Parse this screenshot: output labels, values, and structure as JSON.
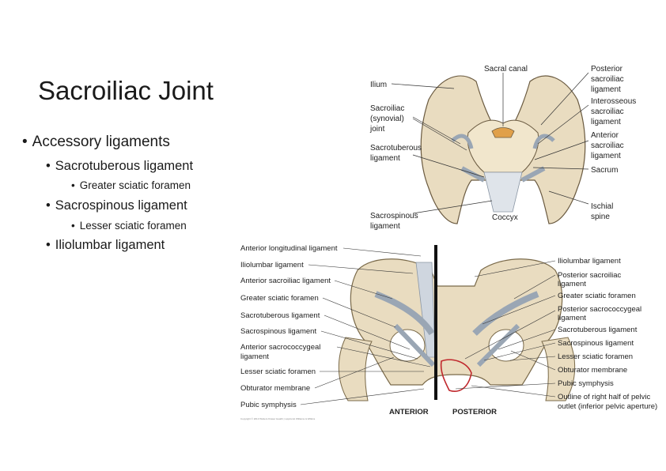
{
  "title": "Sacroiliac Joint",
  "bullets": [
    {
      "level": 1,
      "text": "Accessory ligaments"
    },
    {
      "level": 2,
      "text": "Sacrotuberous ligament"
    },
    {
      "level": 3,
      "text": "Greater sciatic foramen"
    },
    {
      "level": 2,
      "text": "Sacrospinous ligament"
    },
    {
      "level": 3,
      "text": "Lesser sciatic foramen"
    },
    {
      "level": 2,
      "text": "Iliolumbar ligament"
    }
  ],
  "top_figure": {
    "labels_left": [
      "Ilium",
      "Sacroiliac",
      "(synovial)",
      "joint",
      "Sacrotuberous",
      "ligament",
      "Sacrospinous",
      "ligament"
    ],
    "labels_top": [
      "Sacral canal"
    ],
    "labels_bottom": [
      "Coccyx"
    ],
    "labels_right": [
      "Posterior",
      "sacroiliac",
      "ligament",
      "Interosseous",
      "sacroiliac",
      "ligament",
      "Anterior",
      "sacroiliac",
      "ligament",
      "Sacrum",
      "Ischial",
      "spine"
    ]
  },
  "bottom_figure": {
    "labels_left": [
      "Anterior longitudinal ligament",
      "Iliolumbar ligament",
      "Anterior sacroiliac ligament",
      "Greater sciatic foramen",
      "Sacrotuberous ligament",
      "Sacrospinous ligament",
      "Anterior sacrococcygeal",
      "ligament",
      "Lesser sciatic foramen",
      "Obturator membrane",
      "Pubic symphysis"
    ],
    "labels_right": [
      "Iliolumbar ligament",
      "Posterior sacroiliac",
      "ligament",
      "Greater sciatic foramen",
      "Posterior sacrococcygeal",
      "ligament",
      "Sacrotuberous ligament",
      "Sacrospinous ligament",
      "Lesser sciatic foramen",
      "Obturator membrane",
      "Pubic symphysis",
      "Outline of right half of pelvic",
      "outlet (inferior pelvic aperture)"
    ],
    "caption_left": "ANTERIOR",
    "caption_right": "POSTERIOR",
    "copyright": "Copyright © 2013 Wolters Kluwer Health | Lippincott Williams & Wilkins"
  },
  "colors": {
    "bone": "#e9dcc0",
    "ligament": "#9aa6b4",
    "outline": "#c0282d"
  }
}
